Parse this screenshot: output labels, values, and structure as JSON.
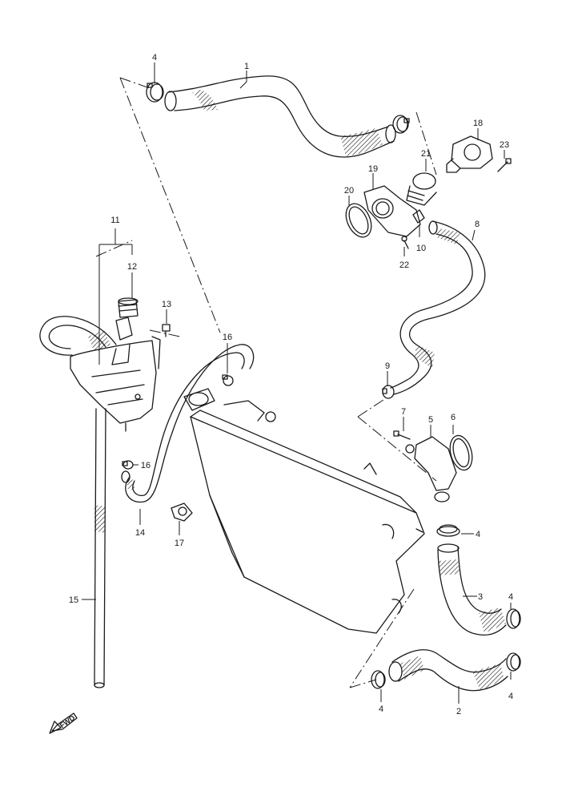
{
  "callouts": {
    "c1": "1",
    "c2": "2",
    "c3": "3",
    "c4a": "4",
    "c4b": "4",
    "c4c": "4",
    "c4d": "4",
    "c4e": "4",
    "c5": "5",
    "c6": "6",
    "c7": "7",
    "c8": "8",
    "c9": "9",
    "c10": "10",
    "c11": "11",
    "c12": "12",
    "c13": "13",
    "c14": "14",
    "c15": "15",
    "c16a": "16",
    "c16b": "16",
    "c17": "17",
    "c18": "18",
    "c19": "19",
    "c20": "20",
    "c21": "21",
    "c22": "22",
    "c23": "23"
  },
  "fwd_label": "FWD",
  "icons": {
    "forward_arrow": "forward-arrow-icon"
  }
}
